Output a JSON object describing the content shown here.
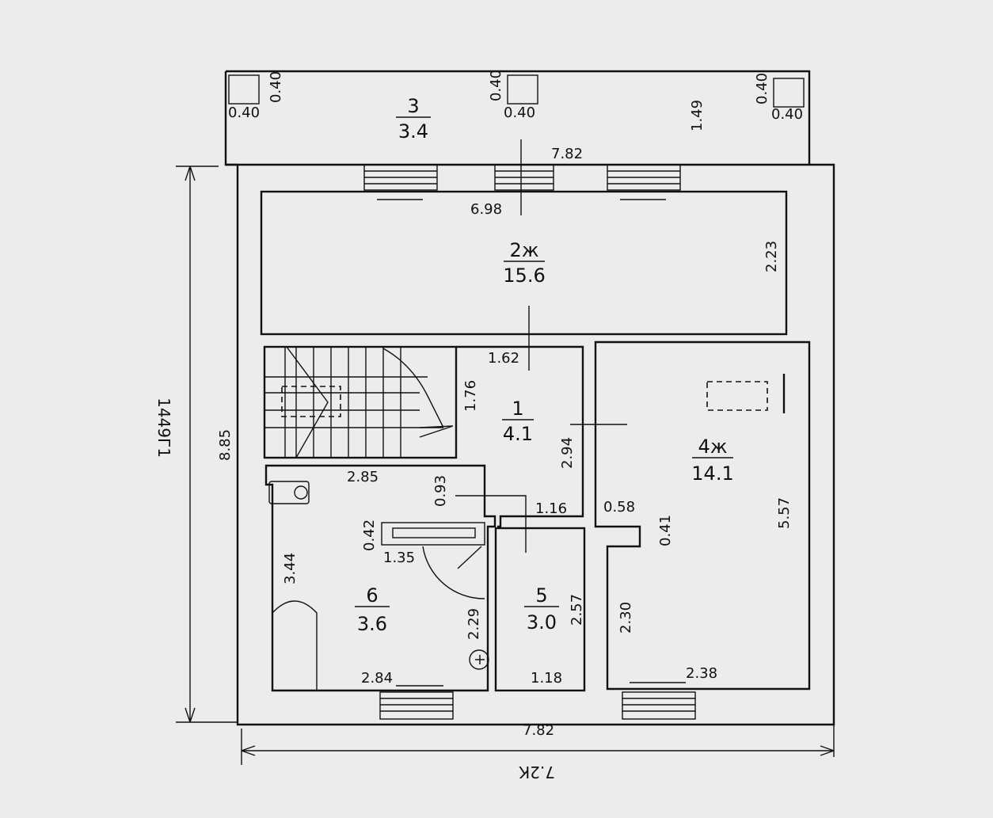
{
  "overall": {
    "width_label": "7.82",
    "depth_label": "8.85",
    "stamp_bottom": "7.2К",
    "stamp_side": "1449Г1"
  },
  "rooms": [
    {
      "number": "1",
      "area": "4.1"
    },
    {
      "number": "2ж",
      "area": "15.6"
    },
    {
      "number": "3",
      "area": "3.4"
    },
    {
      "number": "4ж",
      "area": "14.1"
    },
    {
      "number": "5",
      "area": "3.0"
    },
    {
      "number": "6",
      "area": "3.6"
    }
  ],
  "dimensions": {
    "pillar_1_w": "0.40",
    "pillar_1_h": "0.40",
    "pillar_2_w": "0.40",
    "pillar_2_h": "0.40",
    "pillar_3_w": "0.40",
    "pillar_3_h": "0.40",
    "terrace_len": "7.82",
    "terrace_depth": "1.49",
    "room2_len": "6.98",
    "room2_depth": "2.23",
    "room1_len": "1.62",
    "room1_depth_a": "1.76",
    "room1_depth_b": "2.94",
    "corridor_w": "1.16",
    "niche_w": "0.58",
    "niche_d": "0.41",
    "room4_depth": "5.57",
    "room4_w": "2.38",
    "room4_depth_b": "2.30",
    "room6_len": "2.85",
    "room6_len_b": "2.84",
    "room6_depth": "3.44",
    "room6_niche_d": "0.93",
    "room6_wall_d": "0.42",
    "room6_wall_w": "1.35",
    "room6_door_d": "2.29",
    "room5_w": "1.18",
    "room5_d": "2.57",
    "bottom_len": "7.82"
  }
}
